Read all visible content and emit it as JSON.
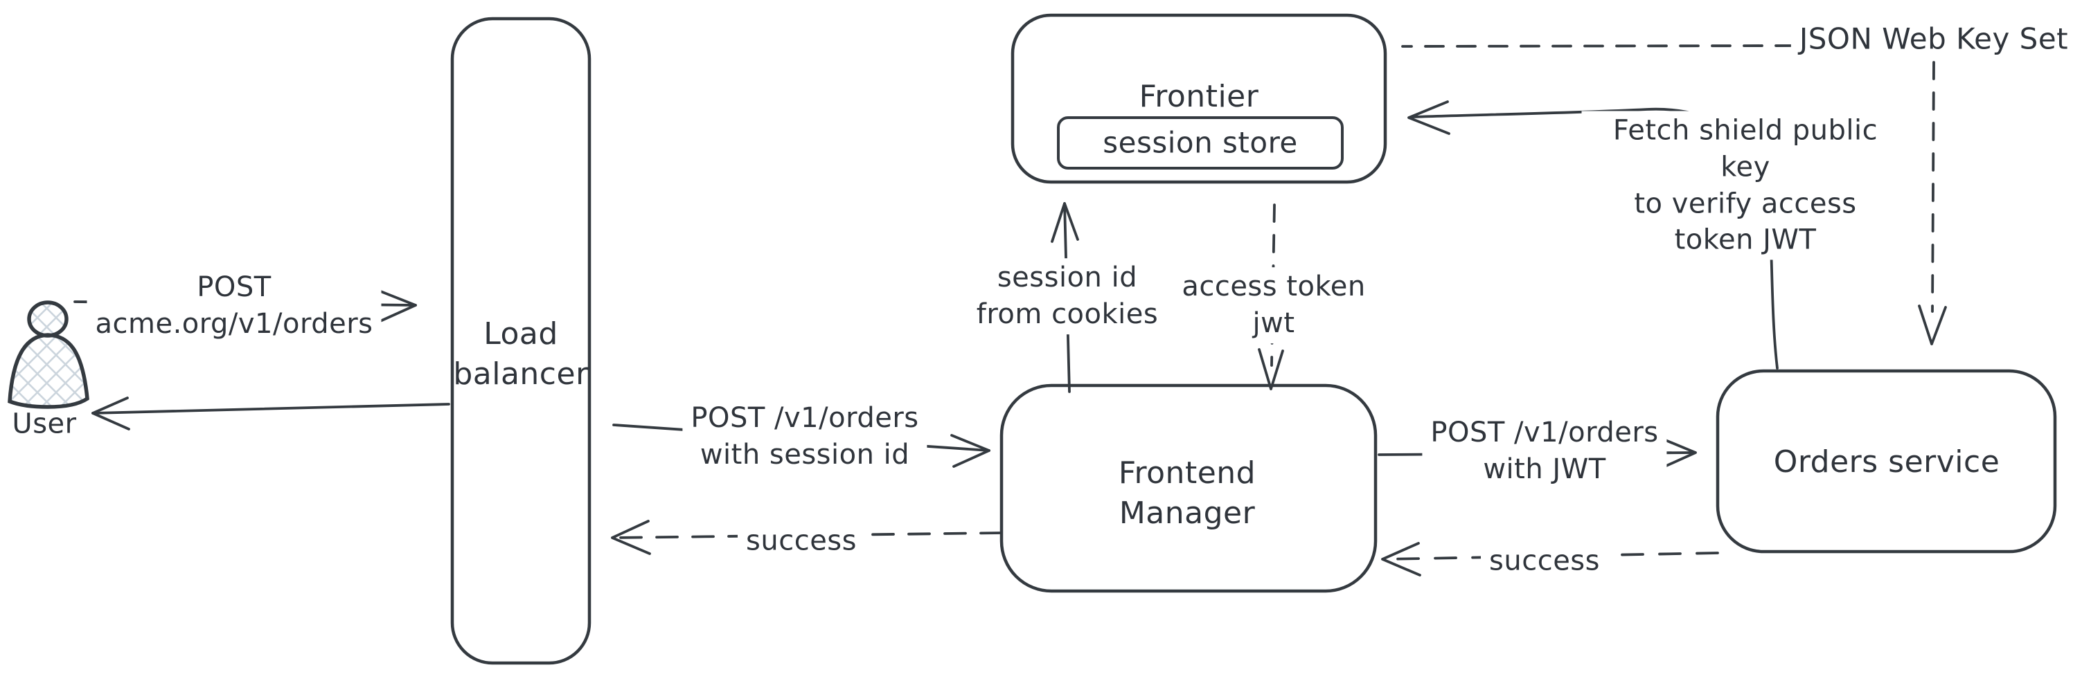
{
  "canvas": {
    "background": "#ffffff",
    "stroke_color": "#343a40",
    "text_color": "#2f343b",
    "hatch_color": "#ccd5dd"
  },
  "nodes": {
    "user": {
      "label": "User"
    },
    "load_balancer": {
      "label": "Load\nbalancer"
    },
    "frontier": {
      "label": "Frontier"
    },
    "session_store": {
      "label": "session store"
    },
    "frontend_manager": {
      "label": "Frontend\nManager"
    },
    "orders_service": {
      "label": "Orders service"
    },
    "json_web_key_set": {
      "label": "JSON Web Key Set"
    }
  },
  "edges": {
    "user_to_lb": {
      "label": "POST\nacme.org/v1/orders",
      "style": "solid"
    },
    "lb_to_user": {
      "label": "",
      "style": "solid"
    },
    "lb_to_fm": {
      "label": "POST /v1/orders\nwith session id",
      "style": "solid"
    },
    "fm_to_lb": {
      "label": "success",
      "style": "dashed"
    },
    "fm_to_frontier": {
      "label": "session id\nfrom cookies",
      "style": "solid"
    },
    "frontier_to_fm": {
      "label": "access token\njwt",
      "style": "dashed"
    },
    "fm_to_orders": {
      "label": "POST /v1/orders\nwith JWT",
      "style": "solid"
    },
    "orders_to_fm": {
      "label": "success",
      "style": "dashed"
    },
    "orders_to_frontier": {
      "label": "Fetch shield public key\nto verify access\ntoken JWT",
      "style": "solid"
    },
    "frontier_to_jwks": {
      "label": "",
      "style": "dashed"
    },
    "jwks_to_orders": {
      "label": "",
      "style": "dashed"
    }
  }
}
